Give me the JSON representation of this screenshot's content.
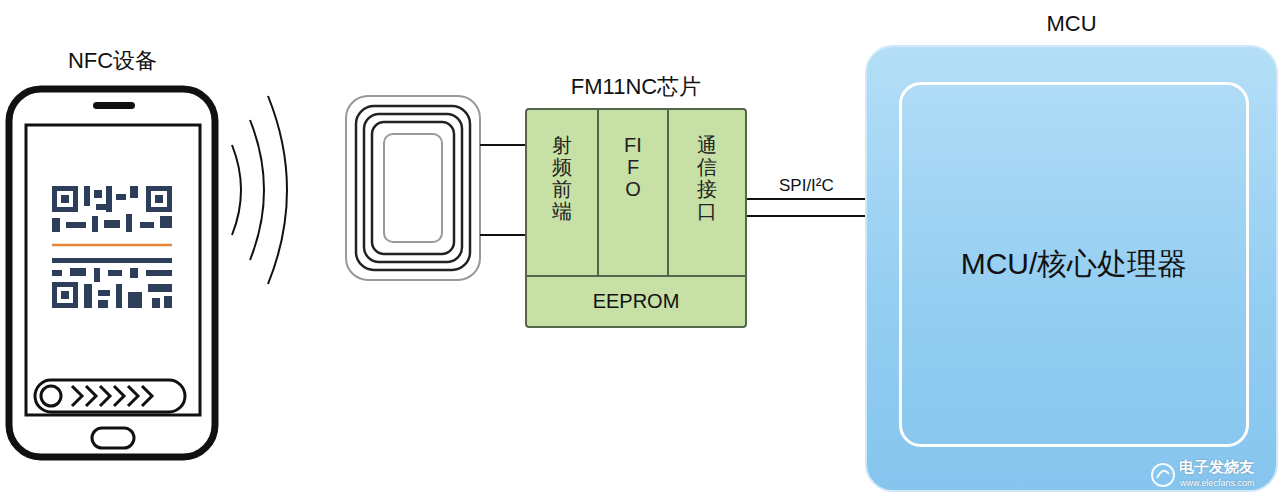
{
  "diagram": {
    "nodes": [
      {
        "text": [
          "NFC设备"
        ]
      },
      {
        "text": [
          "FM11NC芯片"
        ]
      },
      {
        "text": [
          "射频前端"
        ],
        "in": 1
      },
      {
        "text": [
          "FIFO"
        ],
        "in": 1
      },
      {
        "text": [
          "通信接口"
        ],
        "in": 1
      },
      {
        "text": [
          "EEPROM"
        ],
        "in": 1
      },
      {
        "text": [
          "MCU"
        ]
      },
      {
        "text": [
          "MCU/核心处理器"
        ],
        "in": 6
      }
    ],
    "edges": [
      {
        "from": 4,
        "to": 6,
        "arrow": "none",
        "label": "SPI/I²C"
      }
    ],
    "labels": [
      "电子发烧友",
      "www.elecfans.com"
    ]
  }
}
